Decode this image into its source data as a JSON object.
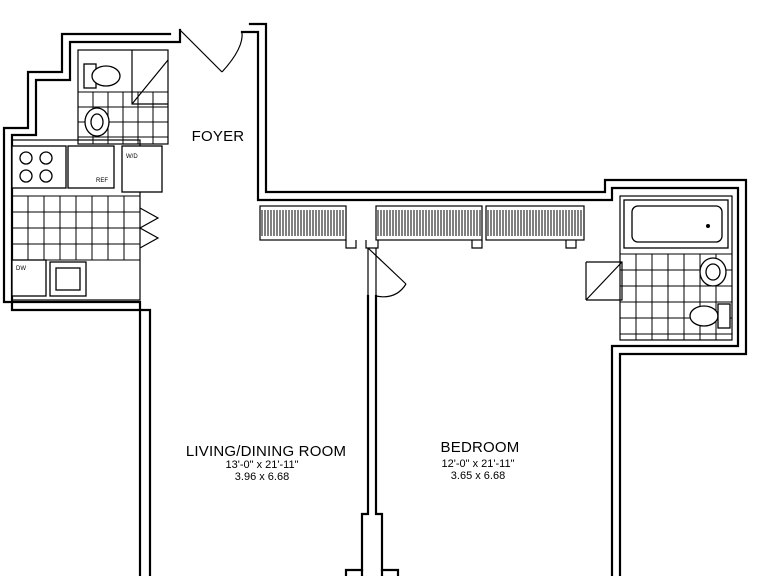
{
  "rooms": {
    "foyer": {
      "name": "FOYER"
    },
    "living": {
      "name": "LIVING/DINING ROOM",
      "dim_imperial": "13'-0\" x 21'-11\"",
      "dim_metric": "3.96 x 6.68"
    },
    "bedroom": {
      "name": "BEDROOM",
      "dim_imperial": "12'-0\" x 21'-11\"",
      "dim_metric": "3.65 x 6.68"
    }
  },
  "appliances": {
    "washer_dryer": "W/D",
    "refrigerator": "REF",
    "dishwasher": "DW"
  }
}
